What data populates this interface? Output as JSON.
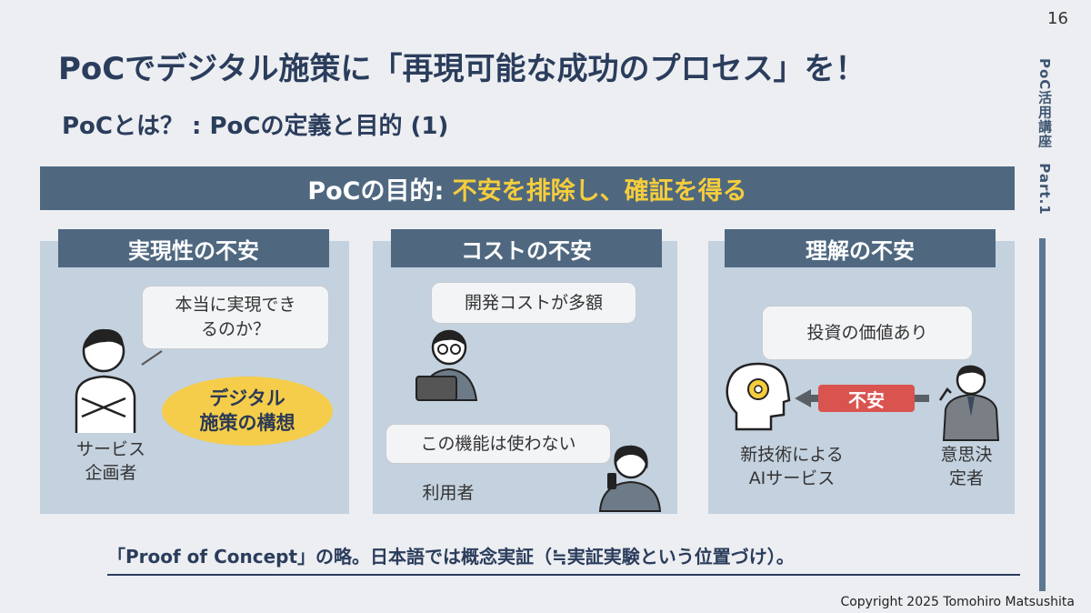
{
  "page_number": "16",
  "side_label": "PoC活用講座　Part.1",
  "title": "PoCでデジタル施策に「再現可能な成功のプロセス」を！",
  "subtitle": "PoCとは？ : PoCの定義と目的  (1)",
  "banner": {
    "prefix": "PoCの目的: ",
    "highlight": "不安を排除し、確証を得る"
  },
  "panels": [
    {
      "heading": "実現性の不安",
      "bubble": "本当に実現でき\nるのか？",
      "oval": "デジタル\n施策の構想",
      "person_label": "サービス\n企画者"
    },
    {
      "heading": "コストの不安",
      "bubble_top": "開発コストが多額",
      "bubble_bottom": "この機能は使わない",
      "user_label": "利用者"
    },
    {
      "heading": "理解の不安",
      "bubble": "投資の価値あり",
      "center_box": "不安",
      "ai_label": "新技術による\nAIサービス",
      "decider_label": "意思決\n定者"
    }
  ],
  "footer_note": "「Proof of Concept」の略。日本語では概念実証（≒実証実験という位置づけ）。",
  "copyright": "Copyright 2025 Tomohiro Matsushita",
  "colors": {
    "background": "#eceef2",
    "header_bar": "#4f6880",
    "panel": "#c4d1de",
    "highlight_yellow": "#f5cd3c",
    "alert_red": "#d9534f"
  },
  "icons": [
    "confused-person-icon",
    "developer-laptop-icon",
    "user-phone-icon",
    "ai-head-gear-icon",
    "businessman-icon",
    "left-arrow-icon"
  ]
}
